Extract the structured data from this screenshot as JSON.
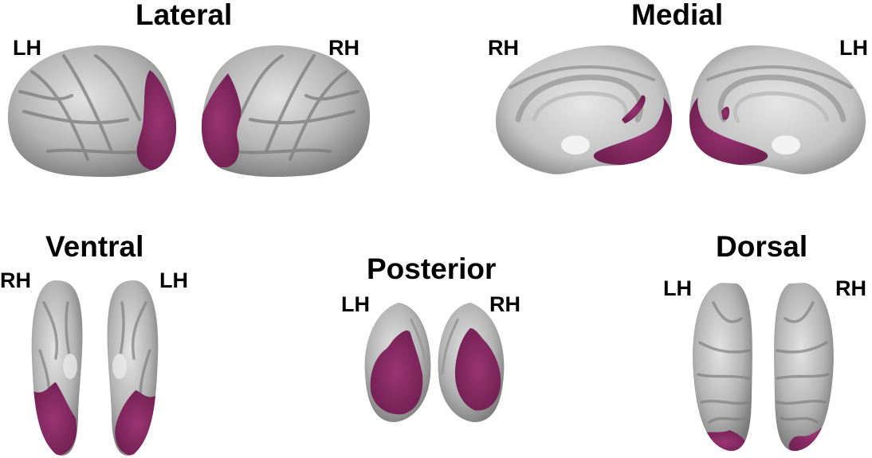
{
  "colors": {
    "background": "#ffffff",
    "cortex_light": "#dedede",
    "cortex_mid": "#a3a3a3",
    "cortex_dark": "#6e6e6e",
    "sulcus": "#7b7b7b",
    "highlight_region": "#8e2a68",
    "highlight_shade": "#6f1f50",
    "text": "#000000"
  },
  "views": {
    "lateral": {
      "title": "Lateral",
      "left_label": "LH",
      "right_label": "RH"
    },
    "medial": {
      "title": "Medial",
      "left_label": "RH",
      "right_label": "LH"
    },
    "ventral": {
      "title": "Ventral",
      "left_label": "RH",
      "right_label": "LH"
    },
    "posterior": {
      "title": "Posterior",
      "left_label": "LH",
      "right_label": "RH"
    },
    "dorsal": {
      "title": "Dorsal",
      "left_label": "LH",
      "right_label": "RH"
    }
  }
}
